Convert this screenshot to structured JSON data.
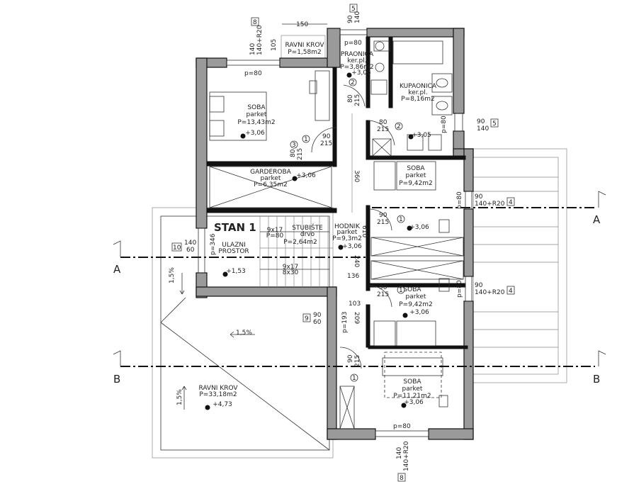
{
  "rooms": {
    "soba1": {
      "name": "SOBA",
      "floor": "parket",
      "area": "P=13,43m2",
      "level": "+3,06"
    },
    "praonica": {
      "name": "PRAONICA",
      "floor": "ker.pl.",
      "area": "P=3,86m2",
      "level": "+3,05"
    },
    "kupaonica": {
      "name": "KUPAONICA",
      "floor": "ker.pl.",
      "area": "P=8,16m2",
      "level": "+3,05"
    },
    "garderoba": {
      "name": "GARDEROBA",
      "floor": "parket",
      "area": "P=6,35m2",
      "level": "+3,06"
    },
    "soba2": {
      "name": "SOBA",
      "floor": "parket",
      "area": "P=9,42m2",
      "level": "+3,06"
    },
    "stubiste": {
      "name": "STUBIŠTE",
      "floor": "drvo",
      "area": "P=2,64m2",
      "steps_up": "9x17",
      "steps_up2": "P=80",
      "steps_down": "9x17",
      "steps_down2": "8x30"
    },
    "hodnik": {
      "name": "HODNIK",
      "floor": "parket",
      "area": "P=9,3m2",
      "level": "+3,06"
    },
    "ulazni": {
      "name1": "ULAZNI",
      "name2": "PROSTOR",
      "level": "+1,53"
    },
    "soba3": {
      "name": "SOBA",
      "floor": "parket",
      "area": "P=9,42m2",
      "level": "+3,06"
    },
    "soba4": {
      "name": "SOBA",
      "floor": "parket",
      "area": "P=11,21m2",
      "level": "+3,06"
    },
    "ravni_krov_small": {
      "name": "RAVNI KROV",
      "area": "P=1,58m2"
    },
    "ravni_krov_big": {
      "name": "RAVNI KROV",
      "area": "P=33,18m2",
      "level": "+4,73"
    }
  },
  "unit_label": "STAN 1",
  "slopes": [
    "1,5%",
    "1,5%",
    "1,5%"
  ],
  "sections": {
    "a": "A",
    "b": "B"
  },
  "windows": {
    "w8_top": {
      "tag": "8",
      "w": "140",
      "h": "140+R20",
      "sill": "p=80"
    },
    "w5_top": {
      "tag": "5",
      "w": "90",
      "h": "140",
      "sill": "p=80"
    },
    "w5_right": {
      "tag": "5",
      "w": "90",
      "h": "140",
      "sill": "p=80"
    },
    "w4_a": {
      "tag": "4",
      "w": "90",
      "h": "140+R20",
      "sill": "p=80"
    },
    "w4_b": {
      "tag": "4",
      "w": "90",
      "h": "140+R20",
      "sill": "p=80"
    },
    "w10": {
      "tag": "10",
      "w": "140",
      "h": "60",
      "sill": "p=346"
    },
    "w9": {
      "tag": "9",
      "w": "90",
      "h": "60",
      "sill": "p=193"
    },
    "w8_bottom": {
      "tag": "8",
      "w": "140",
      "h": "140+R20",
      "sill": "p=80"
    }
  },
  "doors": {
    "d1_soba": {
      "num": "1",
      "w": "90",
      "h": "215"
    },
    "d3_garderoba": {
      "num": "3",
      "w": "80",
      "h": "215"
    },
    "d2_praonica": {
      "num": "2",
      "w": "80",
      "h": "215"
    },
    "d2_kupaonica": {
      "num": "2",
      "w": "80",
      "h": "215"
    },
    "d1_soba2": {
      "num": "1",
      "w": "90",
      "h": "215"
    },
    "d1_soba3": {
      "num": "1",
      "w": "90",
      "h": "215"
    },
    "d1_soba4": {
      "num": "1",
      "w": "90",
      "h": "215"
    }
  },
  "dimensions": {
    "roof_w": "150",
    "roof_h": "105",
    "corridor": "360",
    "d240": "240",
    "d136": "136",
    "d103": "103",
    "d209": "209",
    "d610": "610"
  }
}
